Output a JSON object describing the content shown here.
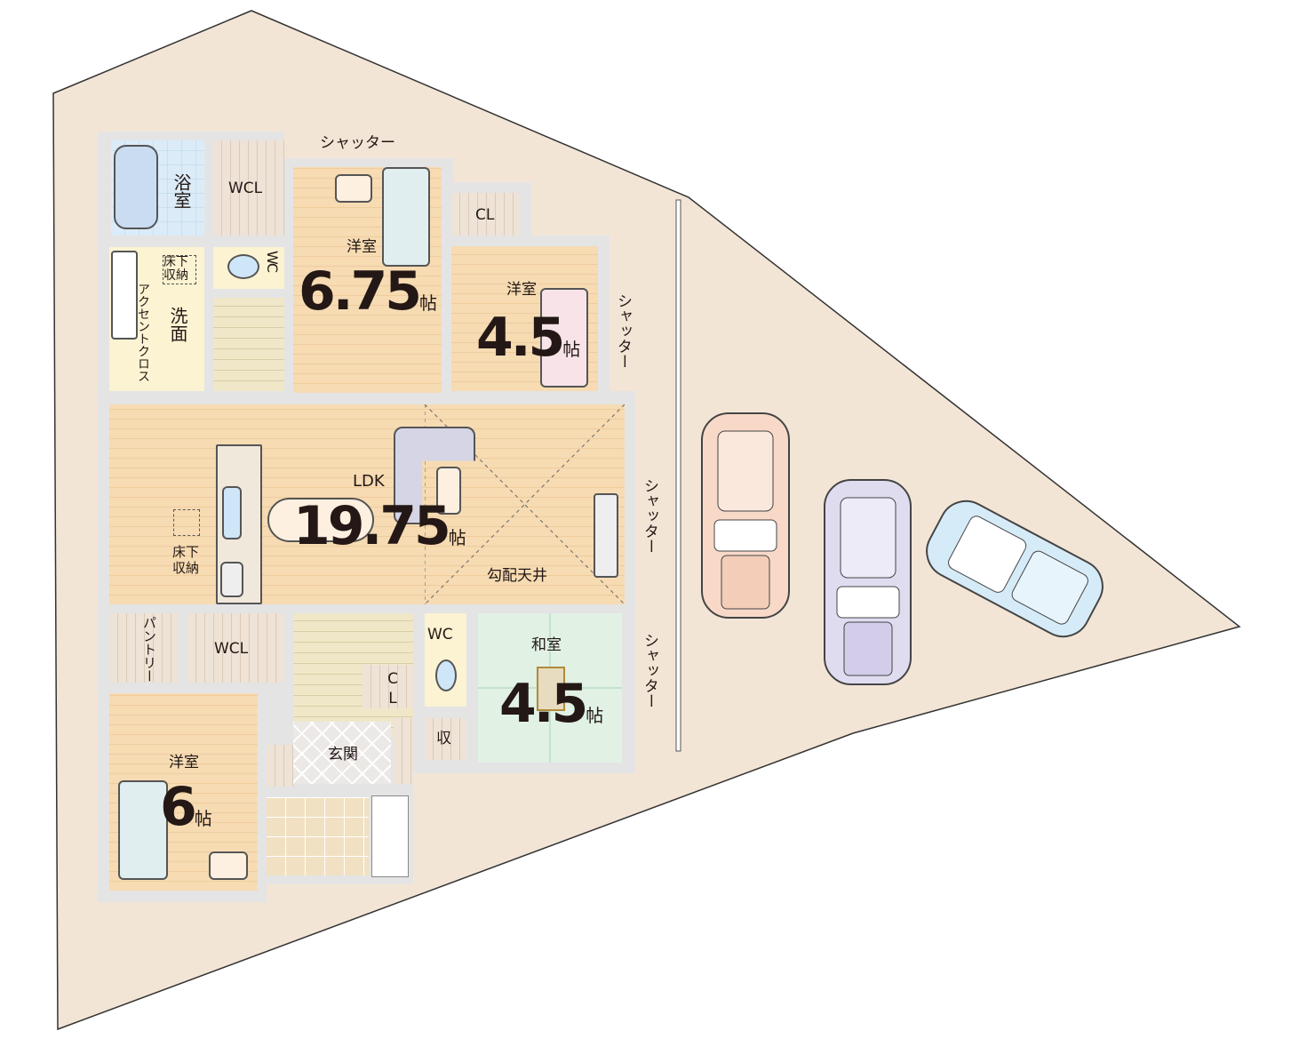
{
  "rooms": {
    "bath": "浴室",
    "wcl_top": "WCL",
    "western_675": {
      "name": "洋室",
      "size": "6.75",
      "unit": "帖"
    },
    "cl_top": "CL",
    "western_45": {
      "name": "洋室",
      "size": "4.5",
      "unit": "帖"
    },
    "washroom": "洗面",
    "underfloor_storage_wash": "床下収納",
    "accent_cloth": "アクセントクロス",
    "wc_top": "WC",
    "ldk": {
      "name": "LDK",
      "size": "19.75",
      "unit": "帖"
    },
    "sloped_ceiling": "勾配天井",
    "underfloor_storage_ldk": "床下収納",
    "pantry": "パントリー",
    "wcl_bottom": "WCL",
    "wc_bottom": "WC",
    "cl_bottom": "CL",
    "storage": "収",
    "japanese": {
      "name": "和室",
      "size": "4.5",
      "unit": "帖"
    },
    "western_6": {
      "name": "洋室",
      "size": "6",
      "unit": "帖"
    },
    "entrance": "玄関"
  },
  "shutters": [
    "シャッター",
    "シャッター",
    "シャッター",
    "シャッター"
  ],
  "colors": {
    "lot": "#f3e5d6",
    "wall": "#e4e4e4",
    "wood": "#f6dbb3",
    "tatami": "#e1f1e4",
    "car1": "#f8d9c8",
    "car2": "#e0dcf0",
    "car3": "#d6ebf8"
  }
}
